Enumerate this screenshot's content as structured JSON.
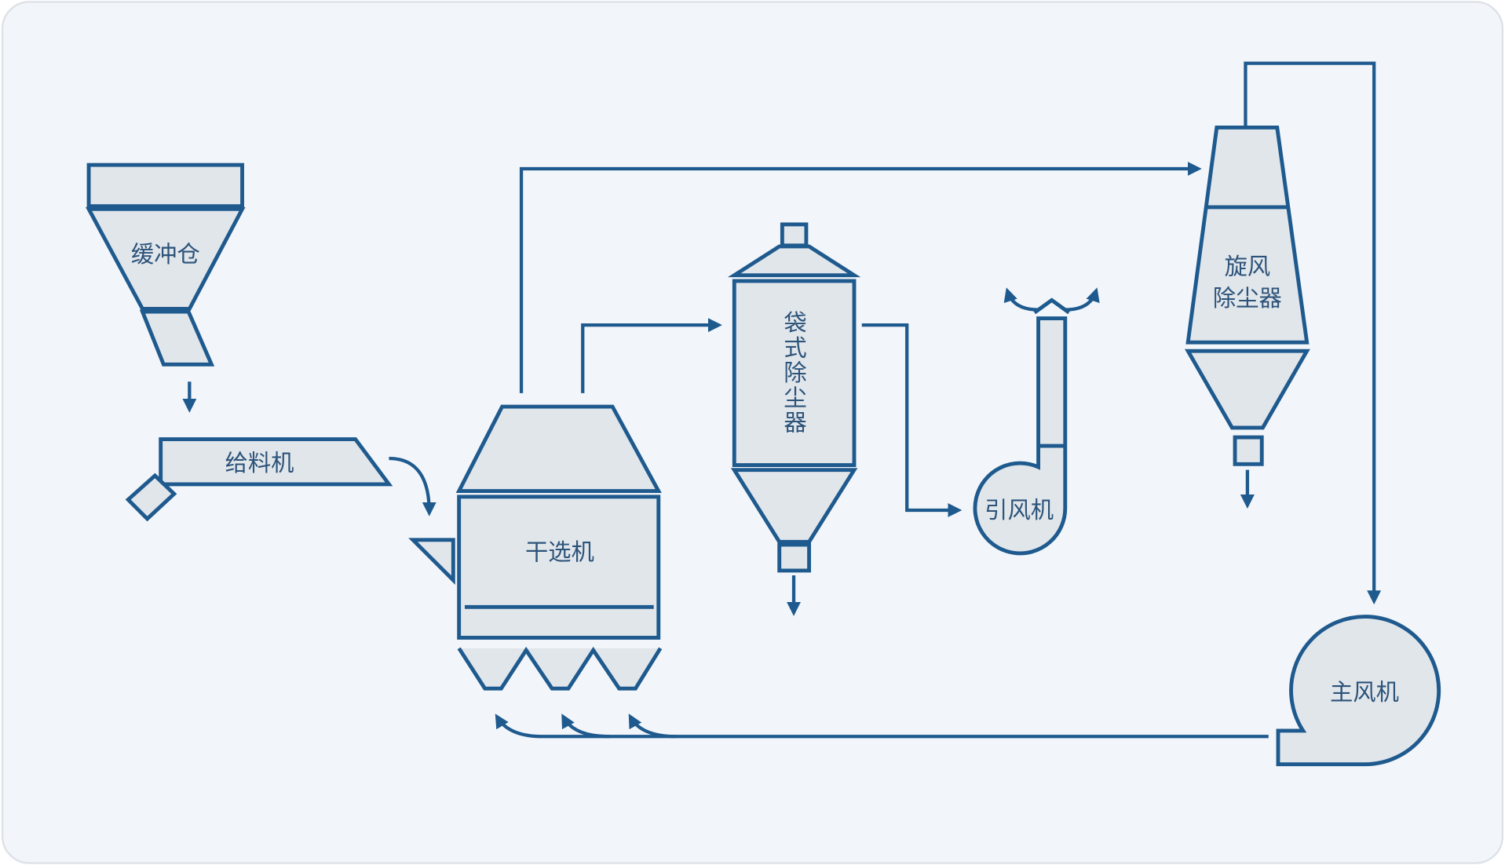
{
  "colors": {
    "stroke": "#1f5a8e",
    "fill": "#e1e6eb",
    "background": "#f2f6fa",
    "frame": "#dde2e8",
    "text": "#2c5379"
  },
  "equipment": {
    "buffer_bin": "缓冲仓",
    "feeder": "给料机",
    "dry_separator": "干选机",
    "bag_filter": "袋式除尘器",
    "induced_fan": "引风机",
    "cyclone_line1": "旋风",
    "cyclone_line2": "除尘器",
    "main_fan": "主风机"
  }
}
